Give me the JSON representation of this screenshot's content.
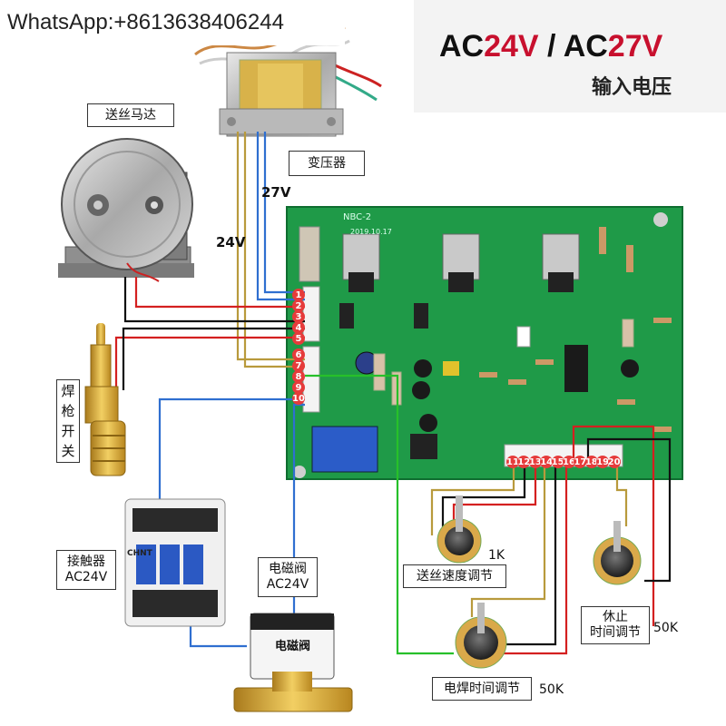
{
  "watermark": "WhatsApp:+8613638406244",
  "voltage": {
    "ac1_prefix": "AC",
    "ac1_value": "24V",
    "separator": " / ",
    "ac2_prefix": "AC",
    "ac2_value": "27V",
    "subtitle": "输入电压"
  },
  "labels": {
    "wire_feed_motor": "送丝马达",
    "transformer": "变压器",
    "v27": "27V",
    "v24": "24V",
    "torch_switch": "焊枪开关",
    "contactor_name": "接触器",
    "contactor_rating": "AC24V",
    "solenoid_name": "电磁阀",
    "solenoid_rating": "AC24V",
    "wire_speed": "送丝速度调节",
    "pause_time_1": "休止",
    "pause_time_2": "时间调节",
    "spot_weld_time": "电焊时间调节",
    "pot_1k": "1K",
    "pot_50k_a": "50K",
    "pot_50k_b": "50K"
  },
  "board": {
    "model": "NBC-2",
    "date": "2019.10.17",
    "left_pins": [
      "1",
      "2",
      "3",
      "4",
      "5",
      "6",
      "7",
      "8",
      "9",
      "10"
    ],
    "bottom_pins": [
      "11",
      "12",
      "13",
      "14",
      "15",
      "16",
      "17",
      "18",
      "19",
      "20"
    ],
    "colors": {
      "pcb": "#1f9a48",
      "pin": "#e63b3b",
      "wire_red": "#d42020",
      "wire_black": "#111111",
      "wire_blue": "#2f6fd0",
      "wire_yellow": "#b89a3c",
      "wire_green": "#27c02a",
      "accent_red": "#c8102e"
    }
  },
  "components": {
    "solenoid_body_text": "电磁阀",
    "contactor_brand": "CHNT"
  }
}
